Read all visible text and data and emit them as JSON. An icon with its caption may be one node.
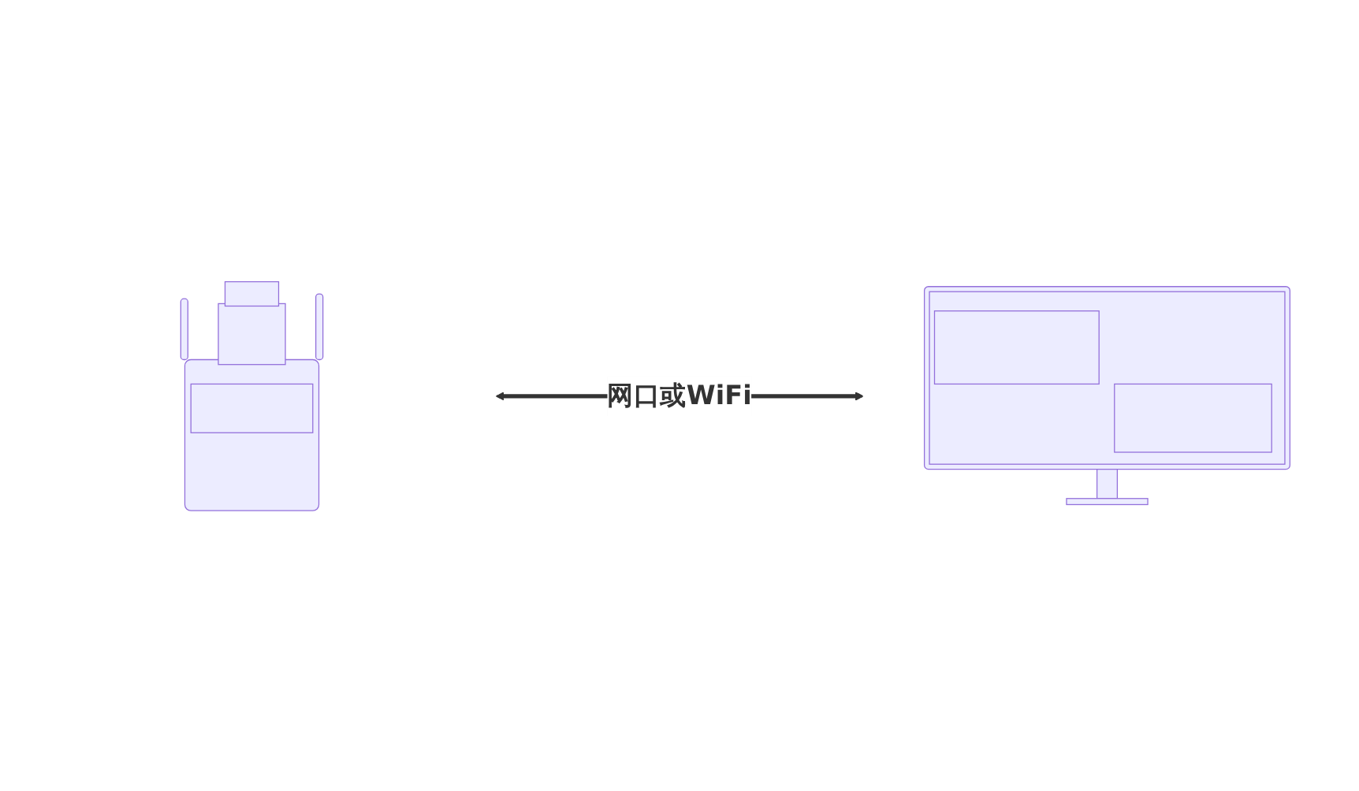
{
  "diagram": {
    "nodes": [
      {
        "text": [],
        "shape": "picture"
      },
      {
        "text": [],
        "shape": "picture"
      }
    ],
    "edges": [
      {
        "from": 0,
        "to": 1,
        "arrow": "both",
        "label": "网口或WiFi"
      }
    ]
  }
}
